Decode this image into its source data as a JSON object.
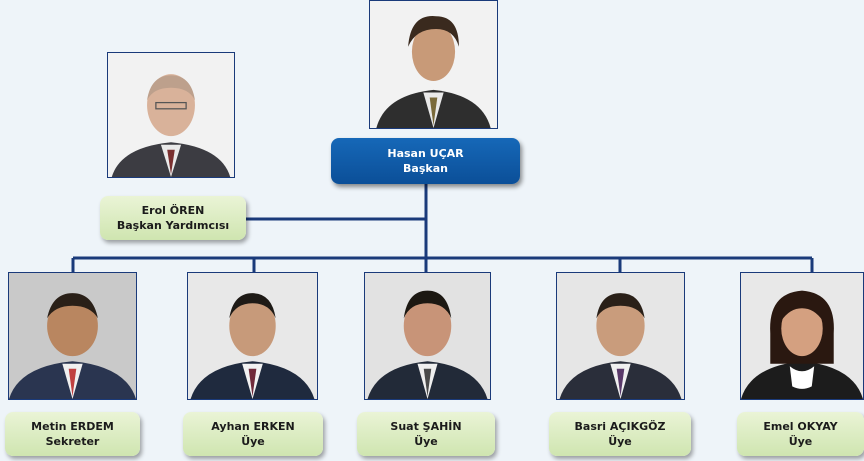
{
  "chair": {
    "name": "Hasan UÇAR",
    "role": "Başkan"
  },
  "vice": {
    "name": "Erol ÖREN",
    "role": "Başkan Yardımcısı"
  },
  "members": [
    {
      "name": "Metin ERDEM",
      "role": "Sekreter"
    },
    {
      "name": "Ayhan ERKEN",
      "role": "Üye"
    },
    {
      "name": "Suat ŞAHİN",
      "role": "Üye"
    },
    {
      "name": "Basri AÇIKGÖZ",
      "role": "Üye"
    },
    {
      "name": "Emel OKYAY",
      "role": "Üye"
    }
  ],
  "colors": {
    "line": "#1a3a7a",
    "chair_box": "#0b5aa8",
    "member_box": "#d8ebc0"
  }
}
